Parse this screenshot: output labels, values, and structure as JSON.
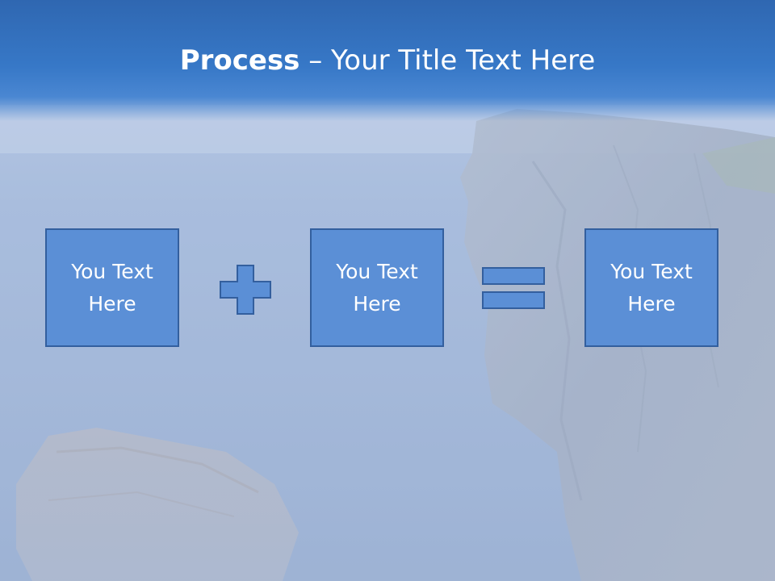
{
  "slide": {
    "title_bold": "Process",
    "title_rest": " – Your Title Text Here",
    "boxes": [
      {
        "label": "You Text Here"
      },
      {
        "label": "You Text Here"
      },
      {
        "label": "You Text Here"
      }
    ],
    "operators": [
      "plus-icon",
      "equals-icon"
    ]
  },
  "colors": {
    "header": "#3778c7",
    "box_fill": "#5b8fd6",
    "box_border": "#335f9e",
    "text": "#ffffff"
  }
}
